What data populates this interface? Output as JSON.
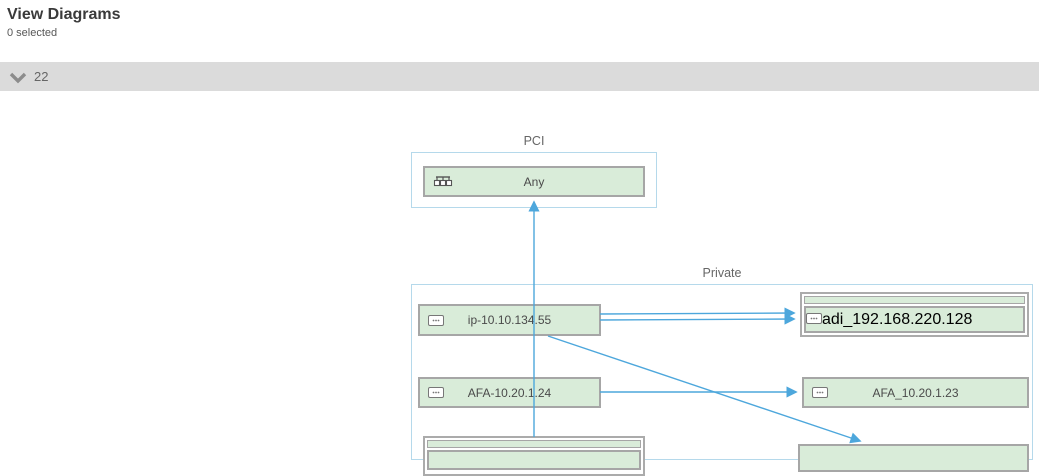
{
  "page": {
    "title": "View Diagrams",
    "selection_status": "0 selected"
  },
  "collapse_bar": {
    "count": "22",
    "icon": "chevron-down-icon"
  },
  "diagram": {
    "zones": [
      {
        "label": "PCI",
        "nodes": [
          {
            "label": "Any",
            "icon": "network-icon"
          }
        ]
      },
      {
        "label": "Private",
        "nodes": [
          {
            "label": "ip-10.10.134.55",
            "icon": "host-icon"
          },
          {
            "label": "adi_192.168.220.128",
            "icon": "host-icon",
            "stacked": true
          },
          {
            "label": "AFA-10.20.1.24",
            "icon": "host-icon"
          },
          {
            "label": "AFA_10.20.1.23",
            "icon": "host-icon"
          },
          {
            "label": "",
            "stacked": true,
            "partially_visible": true
          },
          {
            "label": "",
            "partially_visible": true
          }
        ]
      }
    ],
    "edges": [
      {
        "from": "bottom-left-group",
        "to": "Any",
        "type": "arrow"
      },
      {
        "from": "ip-10.10.134.55",
        "to": "adi_192.168.220.128",
        "type": "double-arrow"
      },
      {
        "from": "AFA-10.20.1.24",
        "to": "AFA_10.20.1.23",
        "type": "arrow"
      },
      {
        "from": "ip-10.10.134.55",
        "to": "bottom-right-node",
        "type": "arrow"
      }
    ],
    "colors": {
      "node_fill": "#d9ecd9",
      "node_border": "#a6a6a6",
      "zone_border": "#b5d9eb",
      "edge": "#4da7dc",
      "collapse_bar_bg": "#dbdbdb"
    }
  }
}
